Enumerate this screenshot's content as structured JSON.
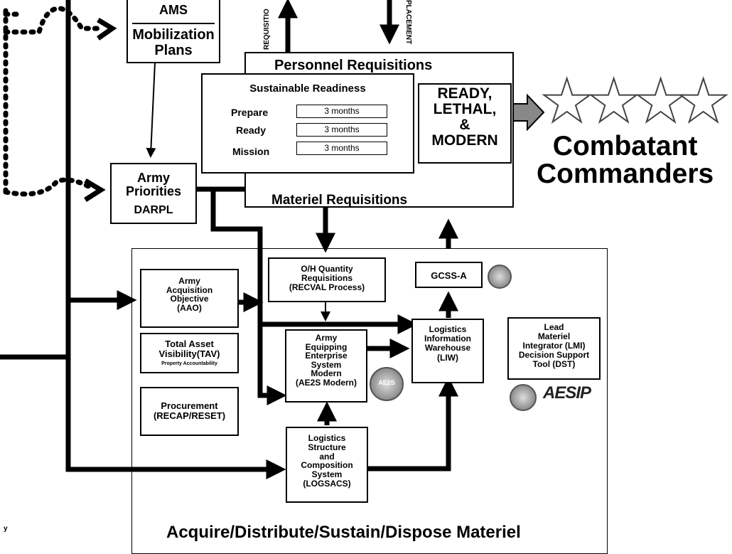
{
  "ams": {
    "title": "AMS",
    "subtitle": "Mobilization\nPlans"
  },
  "side_labels": {
    "requisitions": "REQUISITIO",
    "placements": "PLACEMENT"
  },
  "personnel": {
    "title": "Personnel Requisitions",
    "materiel": "Materiel Requisitions"
  },
  "readiness": {
    "title": "Sustainable Readiness",
    "rows": [
      {
        "label": "Prepare",
        "value": "3 months"
      },
      {
        "label": "Ready",
        "value": "3 months"
      },
      {
        "label": "Mission",
        "value": "3 months"
      }
    ]
  },
  "ready_box": "READY,\nLETHAL,\n&\nMODERN",
  "combatant": "Combatant\nCommanders",
  "priorities": {
    "title": "Army\nPriorities",
    "sub": "DARPL"
  },
  "acquire": {
    "aao": "Army\nAcquisition\nObjective\n(AAO)",
    "tav_title": "Total Asset\nVisibility(TAV)",
    "tav_sub": "Property Accountability",
    "procurement": "Procurement\n(RECAP/RESET)",
    "oh": "O/H Quantity\nRequisitions\n(RECVAL Process)",
    "ae2s": "Army\nEquipping\nEnterprise\nSystem\nModern\n(AE2S Modern)",
    "ae2s_seal": "AE2S",
    "logsacs": "Logistics\nStructure\nand\nComposition\nSystem\n(LOGSACS)",
    "gcss": "GCSS-A",
    "liw": "Logistics\nInformation\nWarehouse\n(LIW)",
    "lmi": "Lead\nMateriel\nIntegrator (LMI)\nDecision Support\nTool (DST)",
    "aesip": "AESIP",
    "footer": "Acquire/Distribute/Sustain/Dispose Materiel"
  },
  "corner": "y"
}
